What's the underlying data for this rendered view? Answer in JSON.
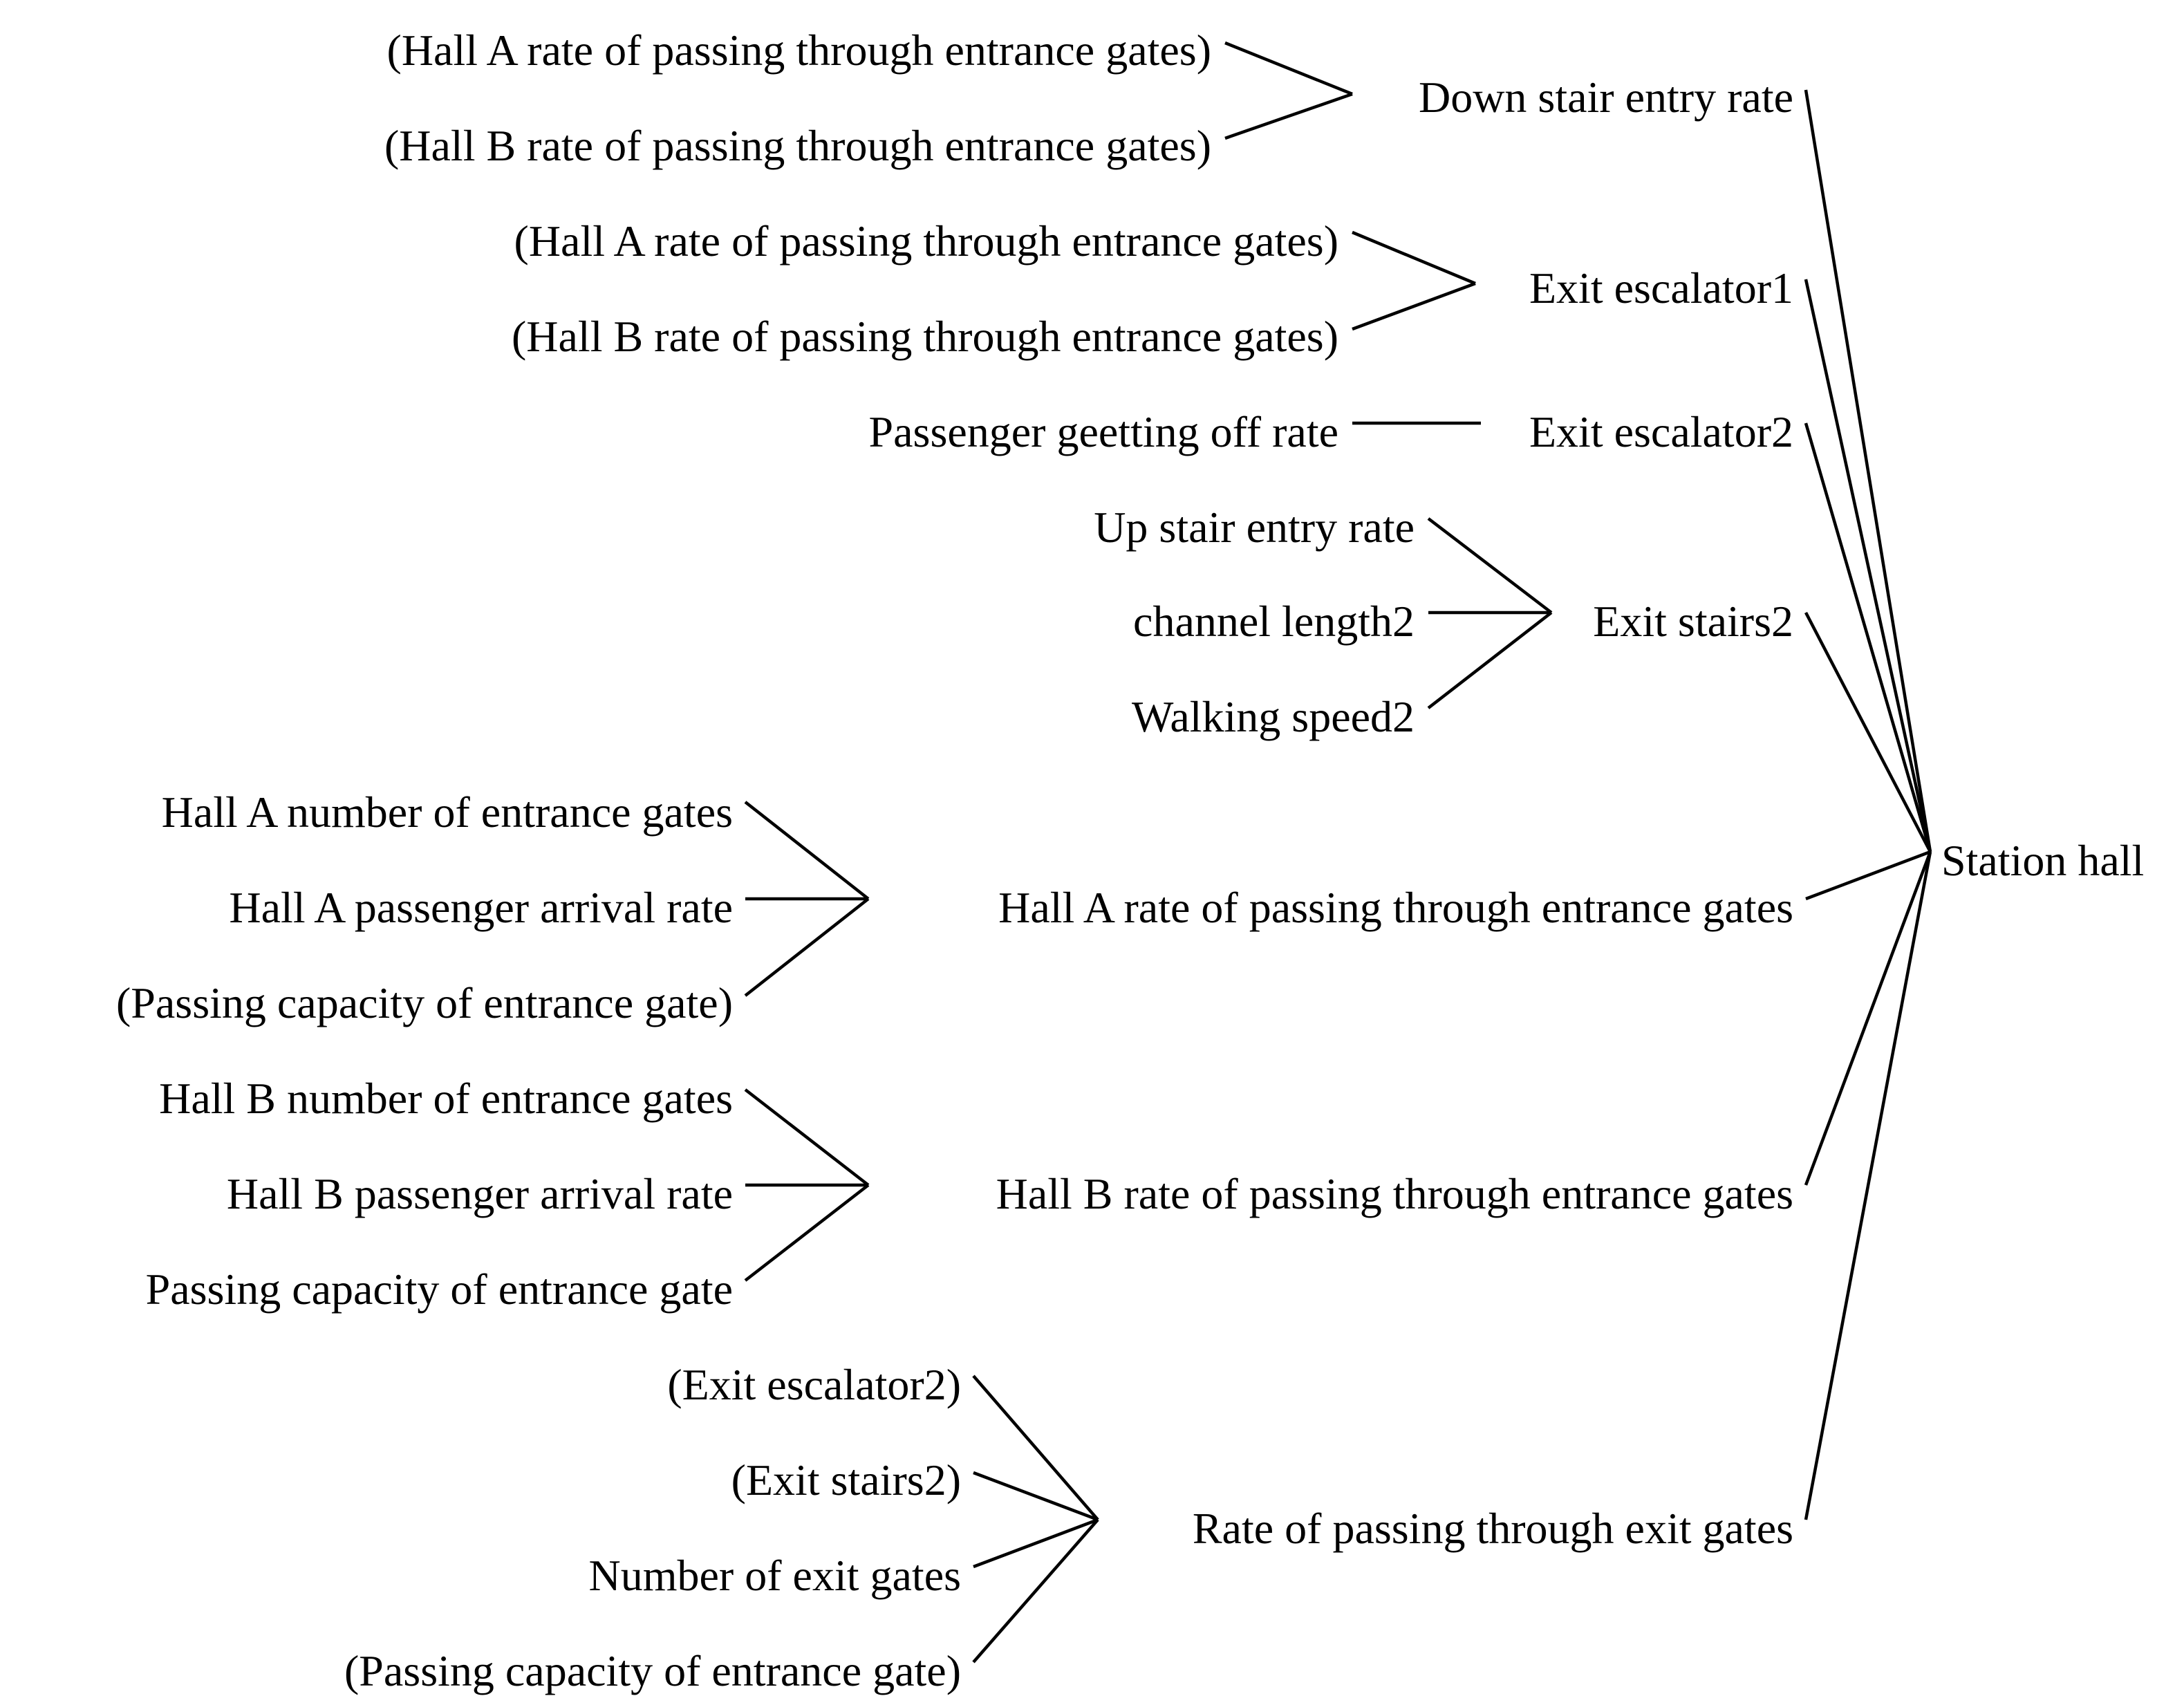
{
  "nodes": {
    "down_stair_in_1": "(Hall A rate of passing through entrance gates)",
    "down_stair_in_2": "(Hall B rate of passing through entrance gates)",
    "down_stair_entry_rate": "Down stair entry rate",
    "esc1_in_1": "(Hall A rate of passing through entrance gates)",
    "esc1_in_2": "(Hall B rate of passing through entrance gates)",
    "exit_escalator1": "Exit escalator1",
    "passenger_getting_off_rate": "Passenger geetting off rate",
    "exit_escalator2": "Exit escalator2",
    "up_stair_entry_rate": "Up stair entry rate",
    "channel_length2": "channel length2",
    "walking_speed2": "Walking speed2",
    "exit_stairs2": "Exit stairs2",
    "hall_a_number_of_entrance_gates": "Hall A number of entrance gates",
    "hall_a_passenger_arrival_rate": "Hall A passenger arrival rate",
    "hall_a_passing_capacity": "(Passing capacity of entrance gate)",
    "hall_a_rate": "Hall A rate of passing through entrance gates",
    "hall_b_number_of_entrance_gates": "Hall B number of entrance gates",
    "hall_b_passenger_arrival_rate": "Hall B passenger arrival rate",
    "hall_b_passing_capacity": "Passing capacity of entrance gate",
    "hall_b_rate": "Hall B rate of passing through entrance gates",
    "exit_gate_in_escalator2": "(Exit escalator2)",
    "exit_gate_in_stairs2": "(Exit stairs2)",
    "number_of_exit_gates": "Number of exit gates",
    "exit_gate_passing_capacity": "(Passing capacity of entrance gate)",
    "rate_exit_gates": "Rate of passing through exit gates",
    "station_hall": "Station hall"
  }
}
